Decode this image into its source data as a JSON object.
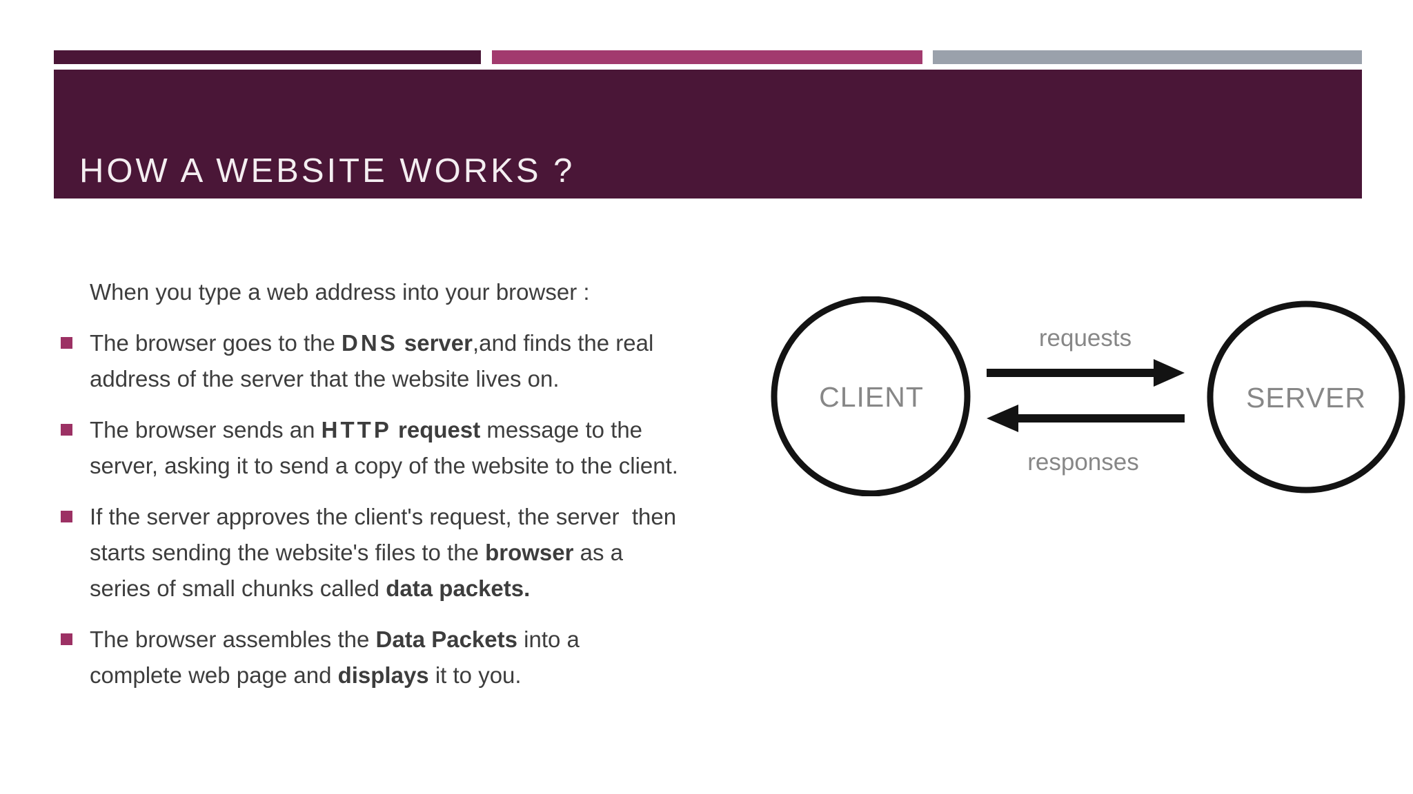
{
  "slide": {
    "title": "HOW A WEBSITE WORKS ?",
    "intro": "When you type a web address into your browser :",
    "bullets": [
      {
        "runs": [
          {
            "t": "The browser goes to the "
          },
          {
            "t": "DNS",
            "b": true,
            "ls": "4px"
          },
          {
            "t": " server",
            "b": true
          },
          {
            "t": ",and finds the real\naddress of the server that the website lives on."
          }
        ]
      },
      {
        "runs": [
          {
            "t": "The browser sends an "
          },
          {
            "t": "HTTP",
            "b": true,
            "ls": "4px"
          },
          {
            "t": " request",
            "b": true
          },
          {
            "t": " message to the\nserver, asking it to send a copy of the website to the client."
          }
        ]
      },
      {
        "runs": [
          {
            "t": "If the server approves the client's request, the server  then\nstarts sending the website's files to the "
          },
          {
            "t": "browser",
            "b": true
          },
          {
            "t": " as a\nseries of small chunks called "
          },
          {
            "t": "data packets.",
            "b": true
          }
        ]
      },
      {
        "runs": [
          {
            "t": "The browser assembles the "
          },
          {
            "t": "Data Packets",
            "b": true
          },
          {
            "t": " into a\ncomplete web page and "
          },
          {
            "t": "displays",
            "b": true
          },
          {
            "t": " it to you."
          }
        ]
      }
    ],
    "colors": {
      "accent_dark": "#4a1637",
      "accent_magenta": "#a23a6e",
      "accent_gray": "#9aa1ab",
      "bullet_marker": "#9c3164",
      "body_text": "#3d3d3d",
      "title_text": "#f4eef1"
    }
  },
  "diagram": {
    "nodes": [
      {
        "label": "CLIENT"
      },
      {
        "label": "SERVER"
      }
    ],
    "arrows": [
      {
        "label": "requests",
        "direction": "right"
      },
      {
        "label": "responses",
        "direction": "left"
      }
    ]
  }
}
